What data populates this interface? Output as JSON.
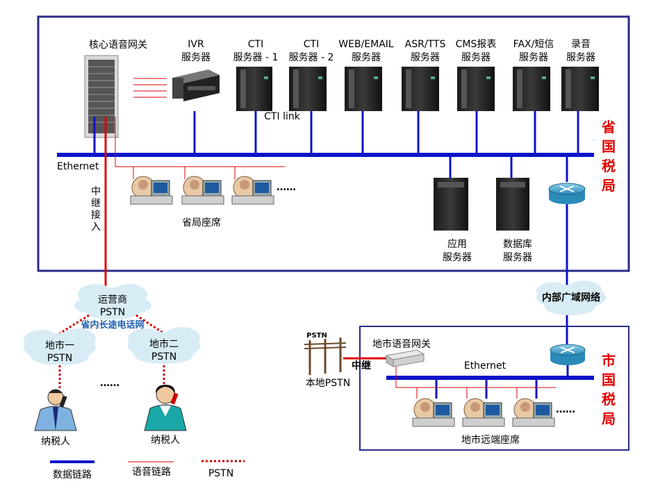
{
  "servers": [
    {
      "line1": "核心语音网关",
      "line2": ""
    },
    {
      "line1": "IVR",
      "line2": "服务器"
    },
    {
      "line1": "CTI",
      "line2": "服务器 - 1"
    },
    {
      "line1": "CTI",
      "line2": "服务器 - 2"
    },
    {
      "line1": "WEB/EMAIL",
      "line2": "服务器"
    },
    {
      "line1": "ASR/TTS",
      "line2": "服务器"
    },
    {
      "line1": "CMS报表",
      "line2": "服务器"
    },
    {
      "line1": "FAX/短信",
      "line2": "服务器"
    },
    {
      "line1": "录音",
      "line2": "服务器"
    }
  ],
  "cti_link": "CTI link",
  "provincial": {
    "name_chars": [
      "省",
      "国",
      "税",
      "局"
    ],
    "ethernet": "Ethernet",
    "trunk_chars": [
      "中",
      "继",
      "接",
      "入"
    ],
    "agents_label": "省局座席",
    "ellipsis": "……",
    "app_server": {
      "line1": "应用",
      "line2": "服务器"
    },
    "db_server": {
      "line1": "数据库",
      "line2": "服务器"
    }
  },
  "wan": "内部广域网络",
  "pstn": {
    "carrier_line1": "运营商",
    "carrier_line2": "PSTN",
    "long_distance": "省内长途电话网",
    "city1_line1": "地市一",
    "city1_line2": "PSTN",
    "city2_line1": "地市二",
    "city2_line2": "PSTN",
    "ellipsis": "……",
    "taxpayer1": "纳税人",
    "taxpayer2": "纳税人"
  },
  "city": {
    "name_chars": [
      "市",
      "国",
      "税",
      "局"
    ],
    "gateway": "地市语音网关",
    "trunk": "中继",
    "local_pstn": "本地PSTN",
    "pole_label": "PSTN",
    "ethernet": "Ethernet",
    "agents_label": "地市远端座席",
    "ellipsis": "……"
  },
  "legend": {
    "data_link": "数据链路",
    "voice_link": "语音链路",
    "pstn": "PSTN"
  },
  "colors": {
    "data_link": "#0a14c8",
    "voice_link": "#e00000",
    "pstn": "#cc0000",
    "frame": "#2a2a8a",
    "cloud": "#d8ecf5",
    "accent_text": "#e00000"
  }
}
